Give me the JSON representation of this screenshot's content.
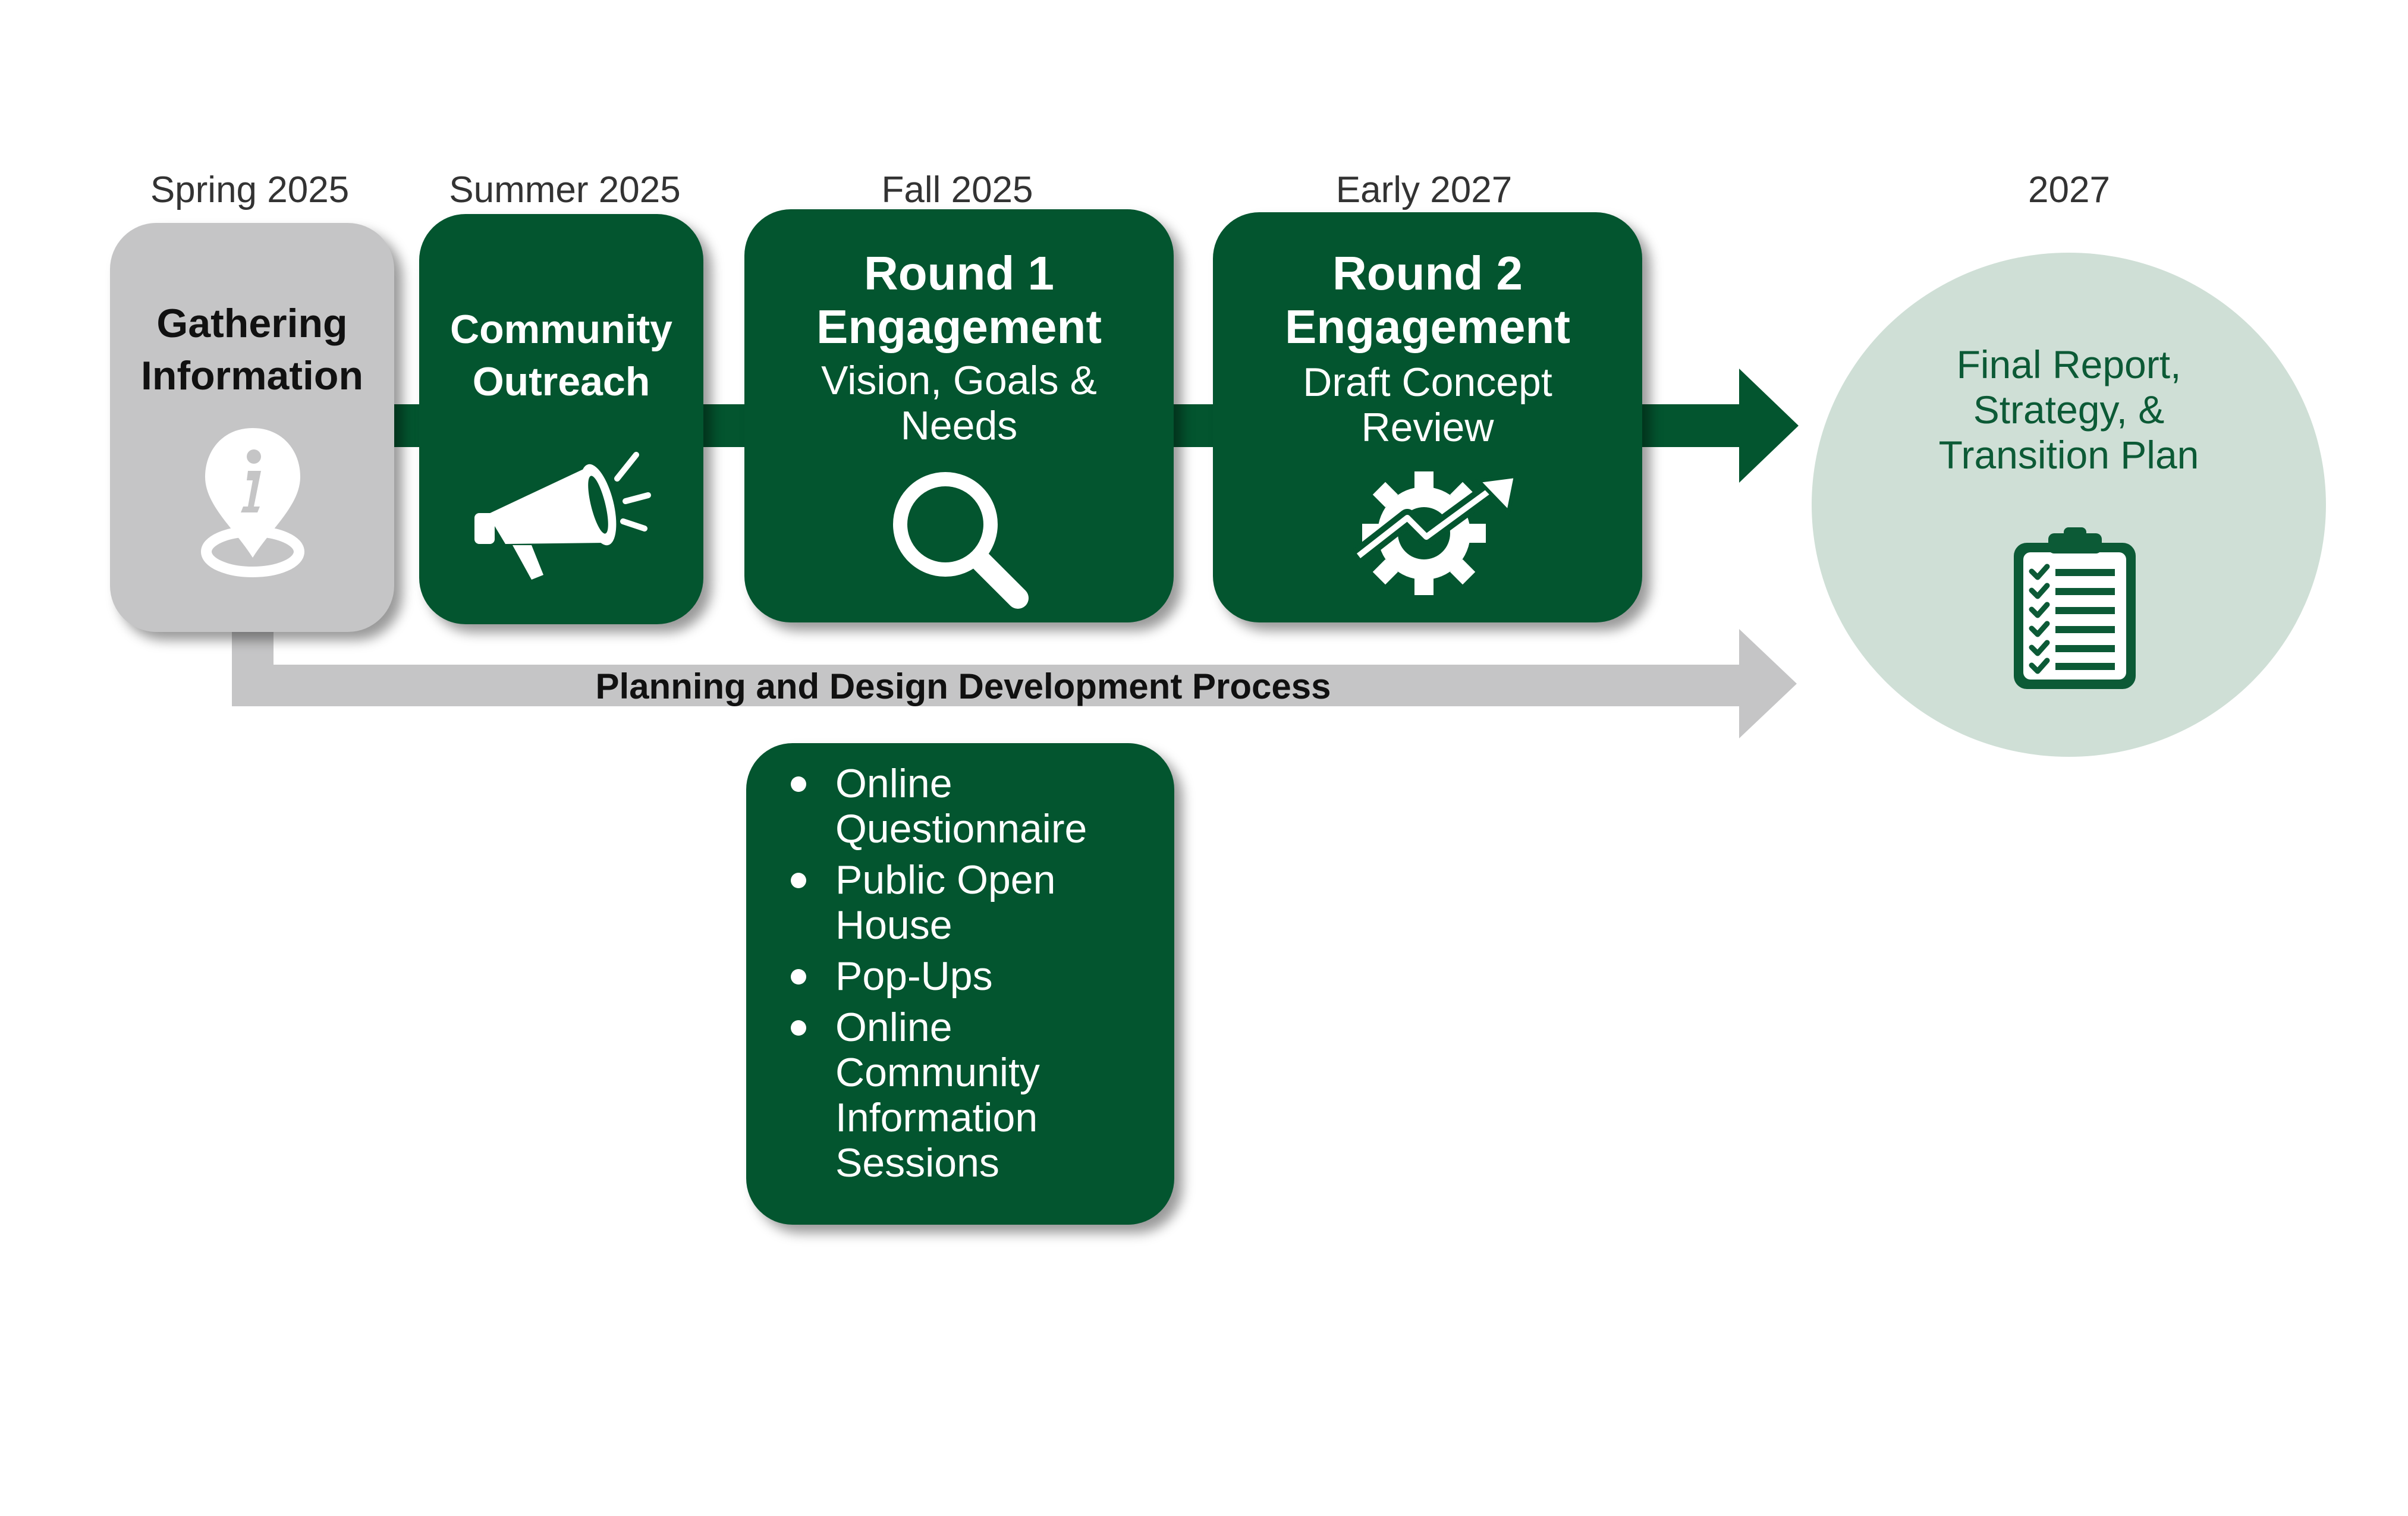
{
  "colors": {
    "dark_green": "#03552f",
    "light_grey": "#c5c5c6",
    "circle_fill": "#cfdfd6",
    "circle_text": "#0c5a36"
  },
  "timeline": [
    {
      "date": "Spring 2025",
      "title": [
        "Gathering",
        "Information"
      ],
      "subtitle": [],
      "icon": "info-location-pin-icon"
    },
    {
      "date": "Summer 2025",
      "title": [
        "Community",
        "Outreach"
      ],
      "subtitle": [],
      "icon": "megaphone-icon"
    },
    {
      "date": "Fall 2025",
      "title": [
        "Round 1",
        "Engagement"
      ],
      "subtitle": [
        "Vision, Goals &",
        "Needs"
      ],
      "icon": "magnifying-glass-icon"
    },
    {
      "date": "Early 2027",
      "title": [
        "Round 2",
        "Engagement"
      ],
      "subtitle": [
        "Draft Concept",
        "Review"
      ],
      "icon": "gear-trend-arrow-icon"
    }
  ],
  "final": {
    "date": "2027",
    "text": [
      "Final Report,",
      "Strategy, &",
      "Transition Plan"
    ],
    "icon": "clipboard-checklist-icon"
  },
  "process_label": "Planning and Design Development Process",
  "engagement_methods": [
    [
      "Online",
      "Questionnaire"
    ],
    [
      "Public Open",
      "House"
    ],
    [
      "Pop-Ups"
    ],
    [
      "Online",
      "Community",
      "Information",
      "Sessions"
    ]
  ]
}
